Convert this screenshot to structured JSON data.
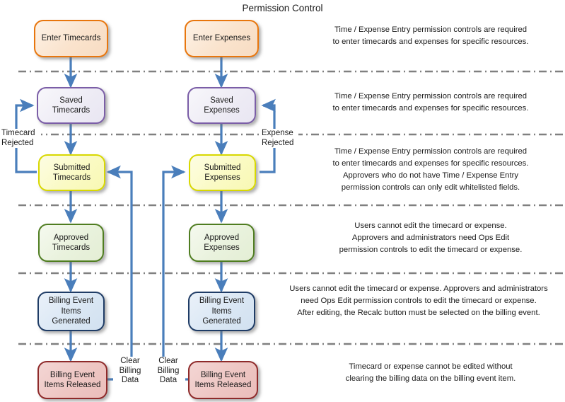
{
  "diagram": {
    "title": "Permission Control",
    "nodes": [
      {
        "id": "enter-timecards",
        "label": "Enter Timecards"
      },
      {
        "id": "enter-expenses",
        "label": "Enter Expenses"
      },
      {
        "id": "saved-timecards",
        "label": "Saved Timecards"
      },
      {
        "id": "saved-expenses",
        "label": "Saved Expenses"
      },
      {
        "id": "submitted-timecards",
        "label": "Submitted\nTimecards"
      },
      {
        "id": "submitted-expenses",
        "label": "Submitted\nExpenses"
      },
      {
        "id": "approved-timecards",
        "label": "Approved\nTimecards"
      },
      {
        "id": "approved-expenses",
        "label": "Approved\nExpenses"
      },
      {
        "id": "billing-generated-left",
        "label": "Billing Event\nItems Generated"
      },
      {
        "id": "billing-generated-right",
        "label": "Billing Event\nItems Generated"
      },
      {
        "id": "billing-released-left",
        "label": "Billing Event\nItems Released"
      },
      {
        "id": "billing-released-right",
        "label": "Billing Event\nItems Released"
      }
    ],
    "edge_labels": [
      {
        "id": "timecard-rejected",
        "label": "Timecard\nRejected"
      },
      {
        "id": "expense-rejected",
        "label": "Expense\nRejected"
      },
      {
        "id": "clear-billing-data-1",
        "label": "Clear\nBilling\nData"
      },
      {
        "id": "clear-billing-data-2",
        "label": "Clear\nBilling\nData"
      }
    ],
    "notes": [
      {
        "id": "note-entry",
        "text": "Time / Expense Entry permission controls are required\nto enter timecards and expenses for specific resources."
      },
      {
        "id": "note-saved",
        "text": "Time / Expense Entry permission controls are required\nto enter timecards and expenses for specific resources."
      },
      {
        "id": "note-submitted",
        "text": "Time / Expense Entry permission controls are required\nto enter timecards and expenses for specific resources.\nApprovers who do not have Time / Expense Entry\npermission controls can only edit whitelisted fields."
      },
      {
        "id": "note-approved",
        "text": "Users cannot edit the timecard or expense.\nApprovers and administrators need Ops Edit\npermission controls to edit the timecard or expense."
      },
      {
        "id": "note-generated",
        "text": "Users cannot edit the timecard or expense. Approvers and administrators\nneed Ops Edit permission controls to edit the timecard or expense.\nAfter editing, the Recalc button must be selected on the billing event."
      },
      {
        "id": "note-released",
        "text": "Timecard or expense cannot be edited without\nclearing the billing data on the billing event item."
      }
    ],
    "colors": {
      "connector": "#4a7ebb",
      "separator": "#808080",
      "orange": "#e8760d",
      "purple": "#7b5ea7",
      "yellow": "#d8d800",
      "green": "#4f7d20",
      "navy": "#1f3c66",
      "red": "#8e2a2a",
      "background": "#ffffff"
    }
  }
}
